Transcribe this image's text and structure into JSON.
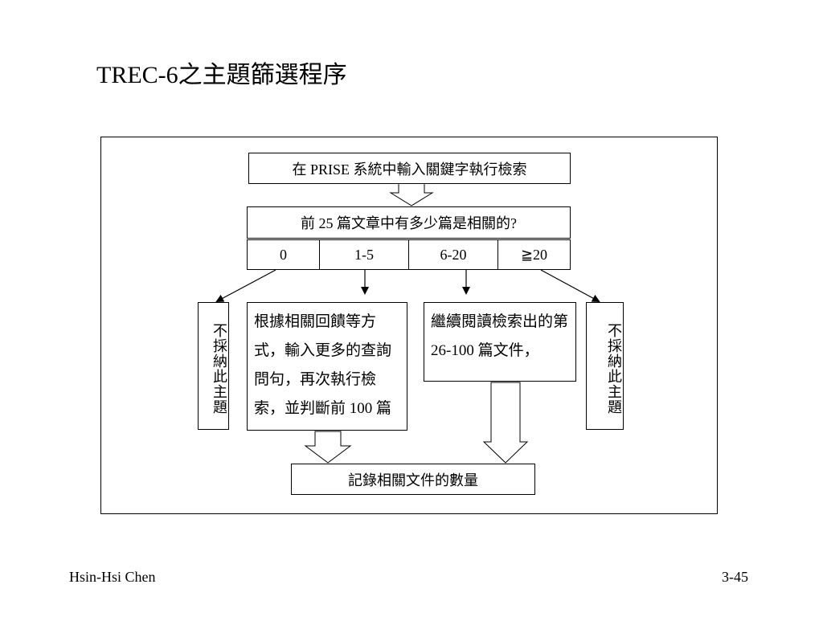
{
  "slide": {
    "title": "TREC-6之主題篩選程序",
    "author": "Hsin-Hsi Chen",
    "page_number": "3-45"
  },
  "diagram": {
    "step1": "在 PRISE 系統中輸入關鍵字執行檢索",
    "question": "前 25 篇文章中有多少篇是相關的?",
    "ranges": [
      "0",
      "1-5",
      "6-20",
      "≧20"
    ],
    "reject_left": "不採納此主題",
    "reject_right": "不採納此主題",
    "feedback_text": "根據相關回饋等方式，輸入更多的查詢問句，再次執行檢索，並判斷前 100 篇",
    "continue_text": "繼續閱讀檢索出的第 26-100 篇文件，",
    "final": "記錄相關文件的數量"
  }
}
